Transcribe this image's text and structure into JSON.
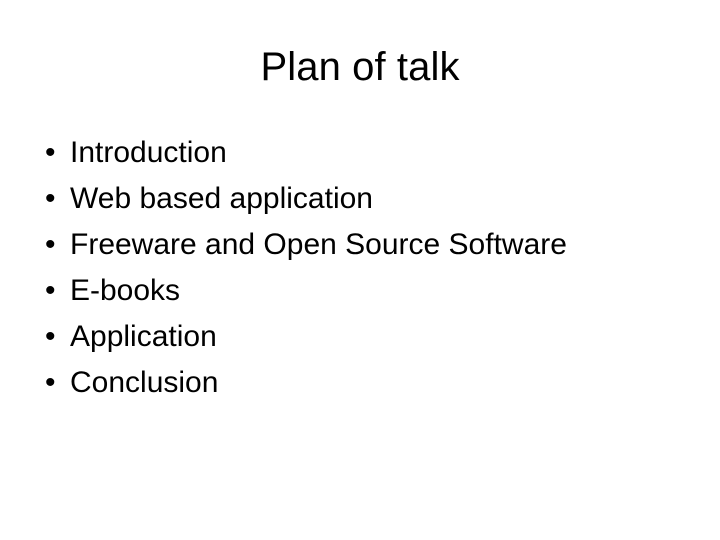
{
  "slide": {
    "title": "Plan of talk",
    "bullet_marker": "•",
    "background_color": "#ffffff",
    "text_color": "#000000",
    "bullets": [
      {
        "label": "Introduction"
      },
      {
        "label": "Web based application"
      },
      {
        "label": "Freeware and Open Source Software"
      },
      {
        "label": "E-books"
      },
      {
        "label": "Application"
      },
      {
        "label": "Conclusion"
      }
    ]
  }
}
